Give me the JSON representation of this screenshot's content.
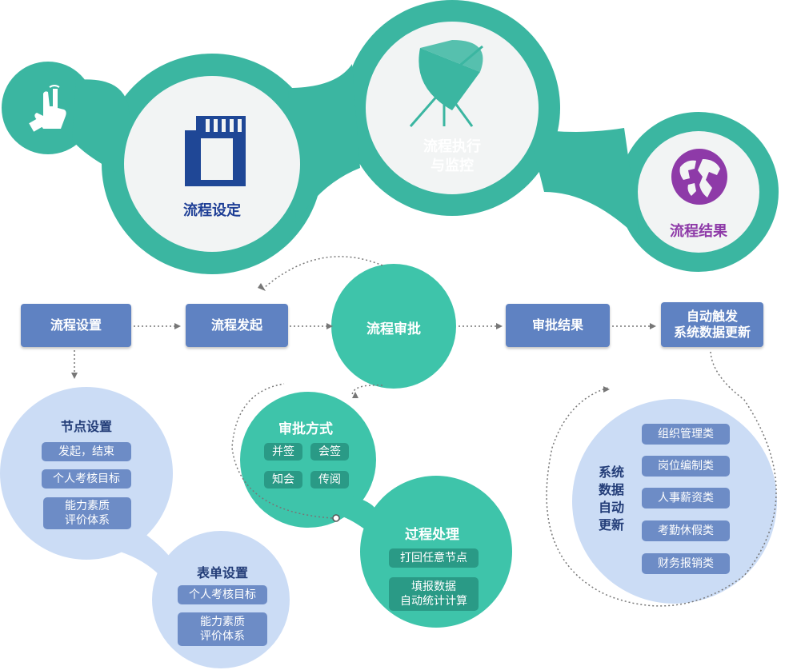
{
  "top": {
    "setup": "流程设定",
    "exec": [
      "流程执行",
      "与监控"
    ],
    "result": "流程结果"
  },
  "flow": {
    "setup": "流程设置",
    "start": "流程发起",
    "approve": "流程审批",
    "result": "审批结果",
    "trigger": [
      "自动触发",
      "系统数据更新"
    ]
  },
  "node_settings": {
    "title": "节点设置",
    "items": [
      "发起，结束",
      "个人考核目标",
      [
        "能力素质",
        "评价体系"
      ]
    ]
  },
  "form_settings": {
    "title": "表单设置",
    "items": [
      "个人考核目标",
      [
        "能力素质",
        "评价体系"
      ]
    ]
  },
  "approval_mode": {
    "title": "审批方式",
    "items": [
      "并签",
      "会签",
      "知会",
      "传阅"
    ]
  },
  "process_handling": {
    "title": "过程处理",
    "items": [
      "打回任意节点",
      [
        "填报数据",
        "自动统计计算"
      ]
    ]
  },
  "auto_update": {
    "label": [
      "系统",
      "数据",
      "自动",
      "更新"
    ],
    "items": [
      "组织管理类",
      "岗位编制类",
      "人事薪资类",
      "考勤休假类",
      "财务报销类"
    ]
  },
  "colors": {
    "teal": "#3bb6a1",
    "navy": "#1f3f96",
    "purple": "#8e3aa8",
    "box_blue": "#5f82c2",
    "light_blue": "#c9dcf6"
  }
}
